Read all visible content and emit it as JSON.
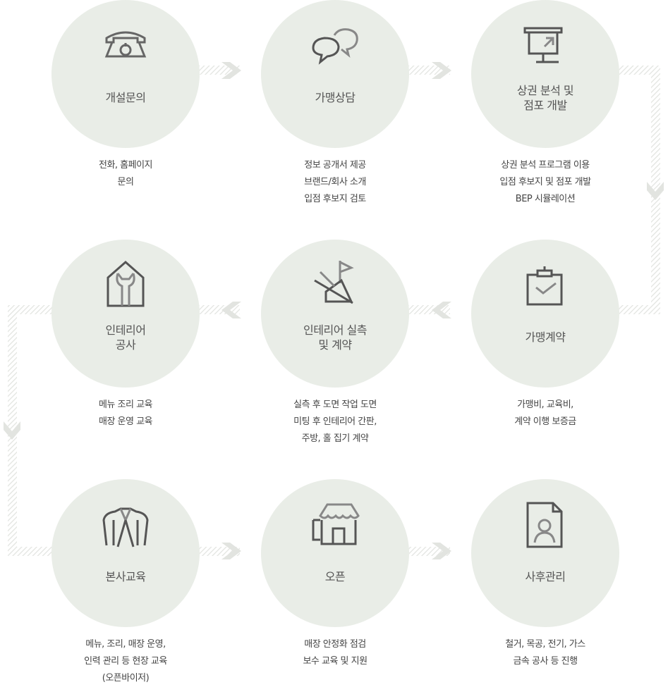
{
  "steps": [
    {
      "title": "개설문의",
      "desc": "전화, 홈페이지\n문의",
      "icon": "telephone-icon"
    },
    {
      "title": "가맹상담",
      "desc": "정보 공개서 제공\n브랜드/회사 소개\n입점 후보지 검토",
      "icon": "speech-bubbles-icon"
    },
    {
      "title": "상권 분석 및\n점포 개발",
      "desc": "상권 분석 프로그램 이용\n입점 후보지 및 점포 개발\nBEP 시뮬레이션",
      "icon": "presentation-board-icon"
    },
    {
      "title": "가맹계약",
      "desc": "가맹비, 교육비,\n계약 이행 보증금",
      "icon": "clipboard-check-icon"
    },
    {
      "title": "인테리어 실측\n및 계약",
      "desc": "실측 후 도면 작업 도면\n미팅 후 인테리어 간판,\n주방, 홀 집기 계약",
      "icon": "flag-site-icon"
    },
    {
      "title": "인테리어\n공사",
      "desc": "메뉴 조리 교육\n매장 운영 교육",
      "icon": "wrench-house-icon"
    },
    {
      "title": "본사교육",
      "desc": "메뉴, 조리, 매장 운영,\n인력 관리 등 현장 교육\n(오픈바이저)",
      "icon": "uniform-icon"
    },
    {
      "title": "오픈",
      "desc": "매장 안정화 점검\n보수 교육 및 지원",
      "icon": "storefront-icon"
    },
    {
      "title": "사후관리",
      "desc": "철거, 목공, 전기, 가스\n금속 공사 등 진행",
      "icon": "document-person-icon"
    }
  ]
}
